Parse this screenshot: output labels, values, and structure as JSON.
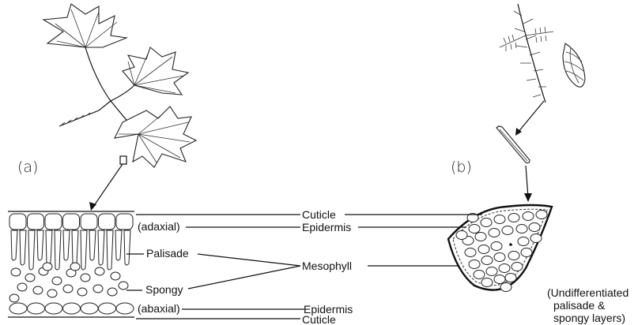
{
  "panels": {
    "a": {
      "label": "(a)"
    },
    "b": {
      "label": "(b)"
    }
  },
  "labels": {
    "adaxial": "(adaxial)",
    "abaxial": "(abaxial)",
    "palisade": "Palisade",
    "spongy": "Spongy",
    "cuticle_top": "Cuticle",
    "epidermis_top": "Epidermis",
    "mesophyll": "Mesophyll",
    "epidermis_bottom": "Epidermis",
    "cuticle_bottom": "Cuticle",
    "undiff_line1": "(Undifferentiated",
    "undiff_line2": "palisade &",
    "undiff_line3": "spongy layers)"
  }
}
